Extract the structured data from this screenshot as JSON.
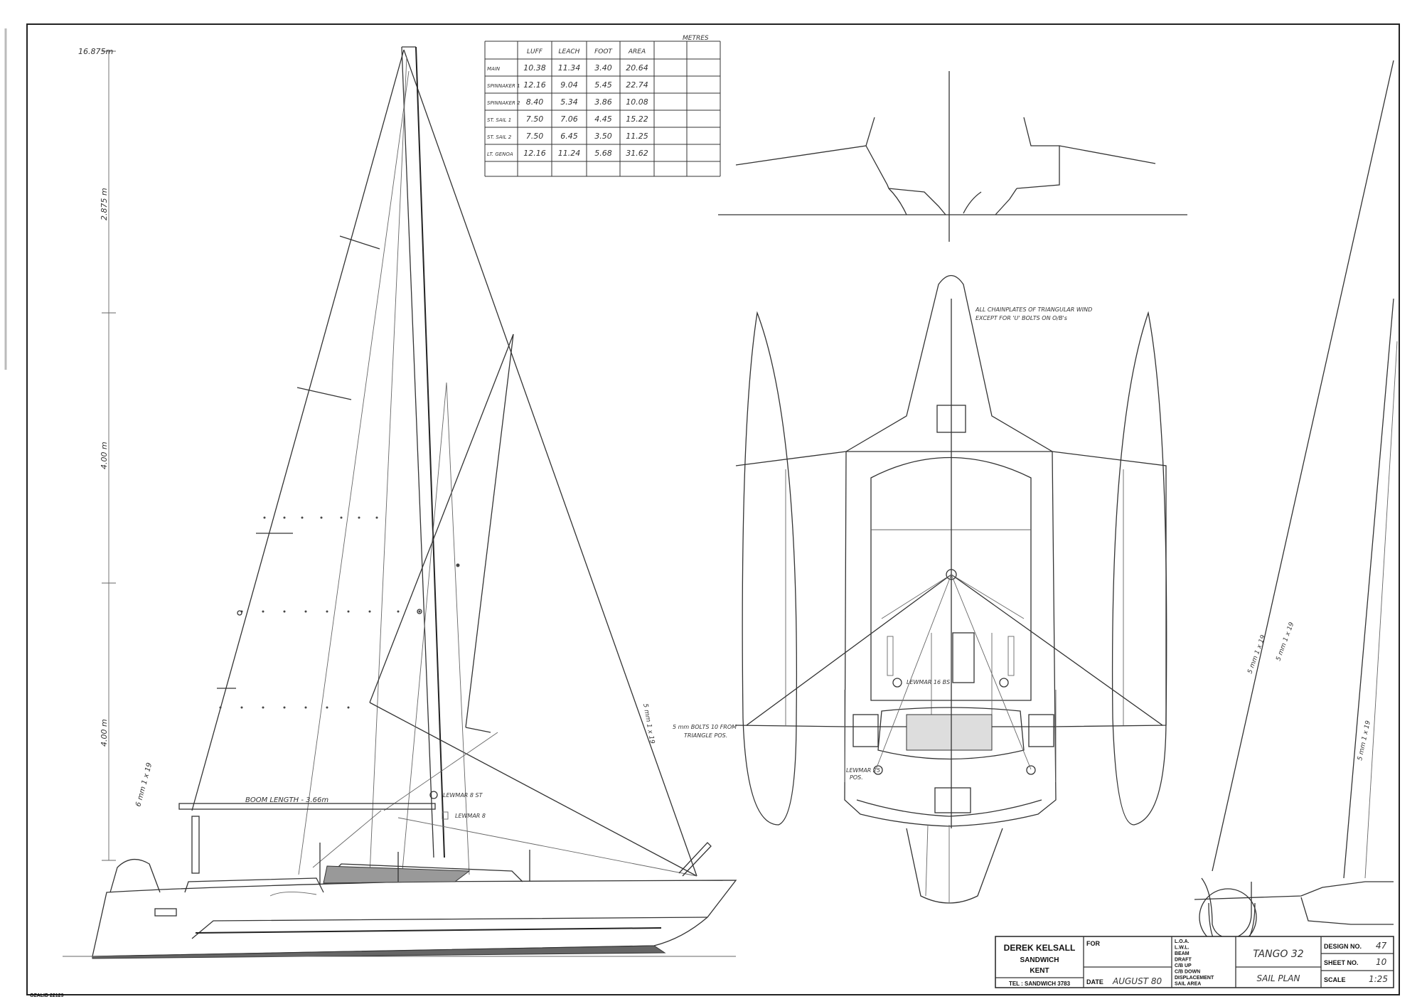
{
  "dimensions": {
    "top": "16.875m",
    "upper": "2.875 m",
    "mid": "4.00 m",
    "lower": "4.00 m",
    "base": "6 mm 1 x 19"
  },
  "sail_table": {
    "units": "METRES",
    "headers": [
      "",
      "LUFF",
      "LEACH",
      "FOOT",
      "AREA",
      "",
      ""
    ],
    "rows": [
      [
        "MAIN",
        "10.38",
        "11.34",
        "3.40",
        "20.64",
        "",
        ""
      ],
      [
        "SPINNAKER 1",
        "12.16",
        "9.04",
        "5.45",
        "22.74",
        "",
        ""
      ],
      [
        "SPINNAKER 2",
        "8.40",
        "5.34",
        "3.86",
        "10.08",
        "",
        ""
      ],
      [
        "ST. SAIL 1",
        "7.50",
        "7.06",
        "4.45",
        "15.22",
        "",
        ""
      ],
      [
        "ST. SAIL 2",
        "7.50",
        "6.45",
        "3.50",
        "11.25",
        "",
        ""
      ],
      [
        "LT. GENOA",
        "12.16",
        "11.24",
        "5.68",
        "31.62",
        "",
        ""
      ]
    ]
  },
  "notes": {
    "boom": "BOOM LENGTH - 3.66m",
    "winch1": "LEWMAR 8 ST",
    "winch2": "LEWMAR 8",
    "forestay": "6 mm 1 x 19",
    "deck_note_1": "ALL CHAINPLATES OF TRIANGULAR WIND",
    "deck_note_2": "EXCEPT FOR 'U' BOLTS ON O/B's",
    "ubolts_1": "5 mm BOLTS 10 FROM",
    "ubolts_2": "TRIANGLE POS.",
    "winch3": "LEWMAR 16 BS",
    "winch4_1": "LEWMAR 25",
    "winch4_2": "POS.",
    "shroud1": "5 mm 1 x 19",
    "shroud2": "5 mm 1 x 19",
    "shroud3": "5 mm 1 x 19"
  },
  "title_block": {
    "company": "DEREK KELSALL",
    "town": "SANDWICH",
    "county": "KENT",
    "tel": "TEL : SANDWICH 3783",
    "for_label": "FOR",
    "date_label": "DATE",
    "date_value": "AUGUST 80",
    "specs": [
      "L.O.A.",
      "L.W.L.",
      "BEAM",
      "DRAFT",
      "C/B UP",
      "C/B DOWN",
      "DISPLACEMENT",
      "SAIL AREA"
    ],
    "project": "TANGO 32",
    "drawing": "SAIL PLAN",
    "design_label": "DESIGN NO.",
    "design_value": "47",
    "sheet_label": "SHEET NO.",
    "sheet_value": "10",
    "scale_label": "SCALE",
    "scale_value": "1:25"
  },
  "ozalid": "OZALID 22129"
}
